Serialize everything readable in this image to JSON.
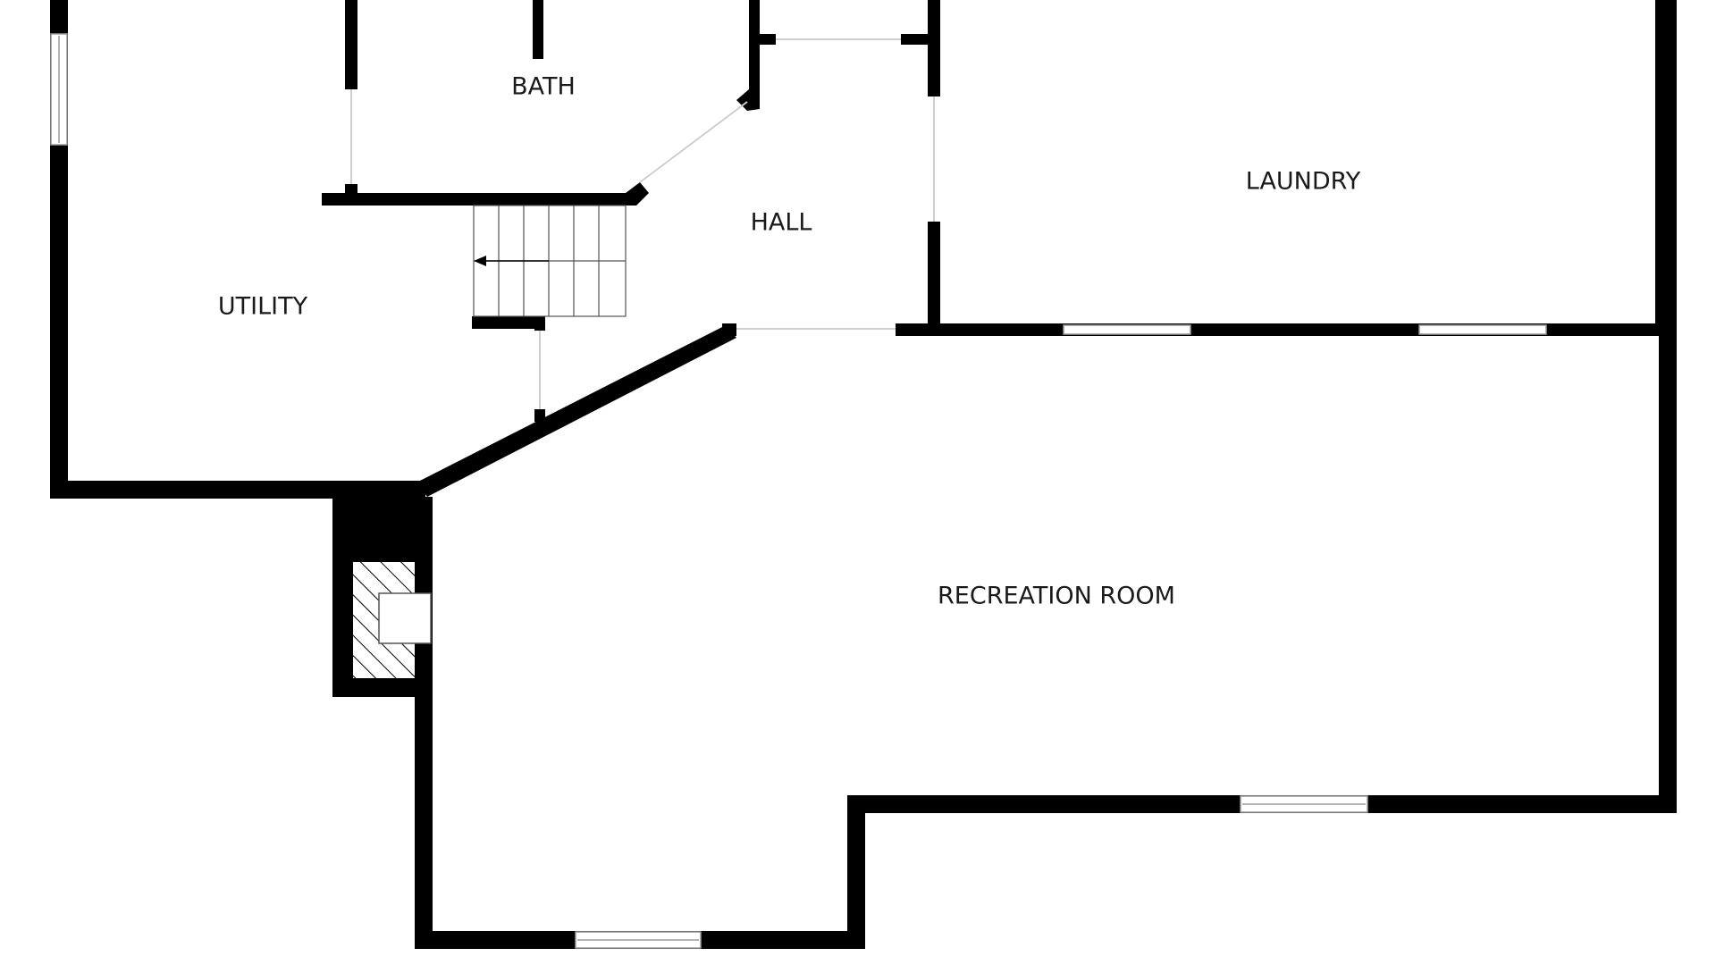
{
  "floorplan": {
    "colors": {
      "wall": "#000000",
      "background": "#ffffff",
      "window": "#ffffff",
      "window_outline": "#9a9a9a"
    },
    "rooms": {
      "bath": "BATH",
      "hall": "HALL",
      "laundry": "LAUNDRY",
      "utility": "UTILITY",
      "recreation": "RECREATION ROOM"
    },
    "features": {
      "stairs": "stairs-icon",
      "fireplace": "fireplace-icon",
      "stair_arrow": "arrow-left-icon"
    }
  }
}
